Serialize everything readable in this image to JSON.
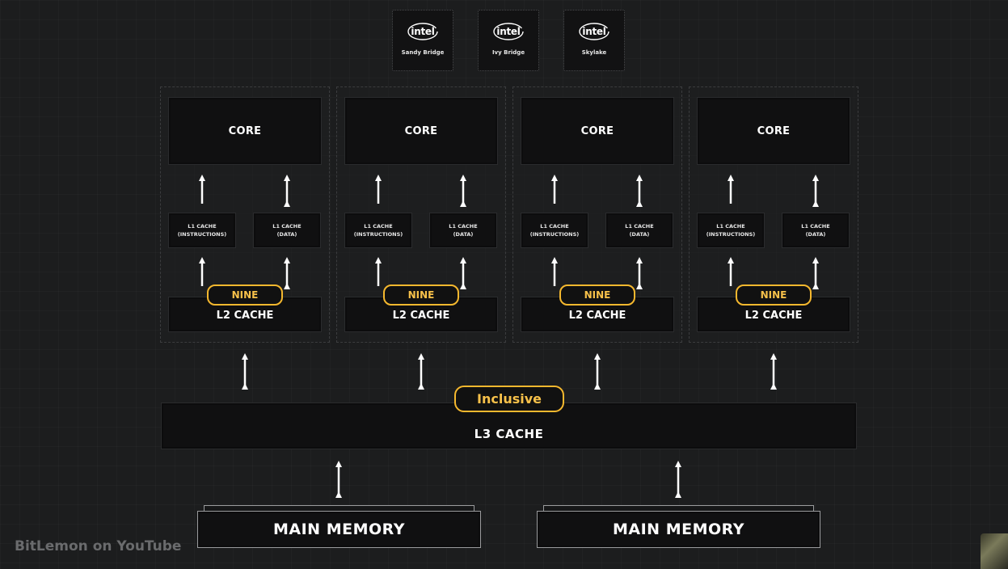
{
  "chips": [
    {
      "brand": "intel",
      "name": "Sandy Bridge"
    },
    {
      "brand": "intel",
      "name": "Ivy Bridge"
    },
    {
      "brand": "intel",
      "name": "Skylake"
    }
  ],
  "cores": [
    {
      "core": "CORE",
      "l1i": [
        "L1 CACHE",
        "(INSTRUCTIONS)"
      ],
      "l1d": [
        "L1 CACHE",
        "(DATA)"
      ],
      "badge": "NINE",
      "l2": "L2 CACHE"
    },
    {
      "core": "CORE",
      "l1i": [
        "L1 CACHE",
        "(INSTRUCTIONS)"
      ],
      "l1d": [
        "L1 CACHE",
        "(DATA)"
      ],
      "badge": "NINE",
      "l2": "L2 CACHE"
    },
    {
      "core": "CORE",
      "l1i": [
        "L1 CACHE",
        "(INSTRUCTIONS)"
      ],
      "l1d": [
        "L1 CACHE",
        "(DATA)"
      ],
      "badge": "NINE",
      "l2": "L2 CACHE"
    },
    {
      "core": "CORE",
      "l1i": [
        "L1 CACHE",
        "(INSTRUCTIONS)"
      ],
      "l1d": [
        "L1 CACHE",
        "(DATA)"
      ],
      "badge": "NINE",
      "l2": "L2 CACHE"
    }
  ],
  "l3": {
    "label": "L3 CACHE",
    "badge": "Inclusive"
  },
  "memory": [
    {
      "label": "MAIN MEMORY"
    },
    {
      "label": "MAIN MEMORY"
    }
  ],
  "watermark": "BitLemon on YouTube",
  "colors": {
    "background": "#1c1d1e",
    "accent": "#f5b82e",
    "box": "#101011"
  }
}
